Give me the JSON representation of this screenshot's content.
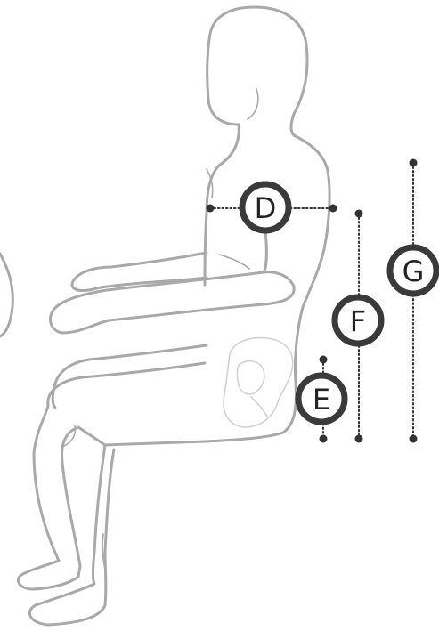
{
  "markers": {
    "D": {
      "label": "D"
    },
    "E": {
      "label": "E"
    },
    "F": {
      "label": "F"
    },
    "G": {
      "label": "G"
    }
  },
  "colors": {
    "outline": "#a9a9a9",
    "pelvis": "#d2d2d2",
    "marker": "#3a3a3a"
  }
}
